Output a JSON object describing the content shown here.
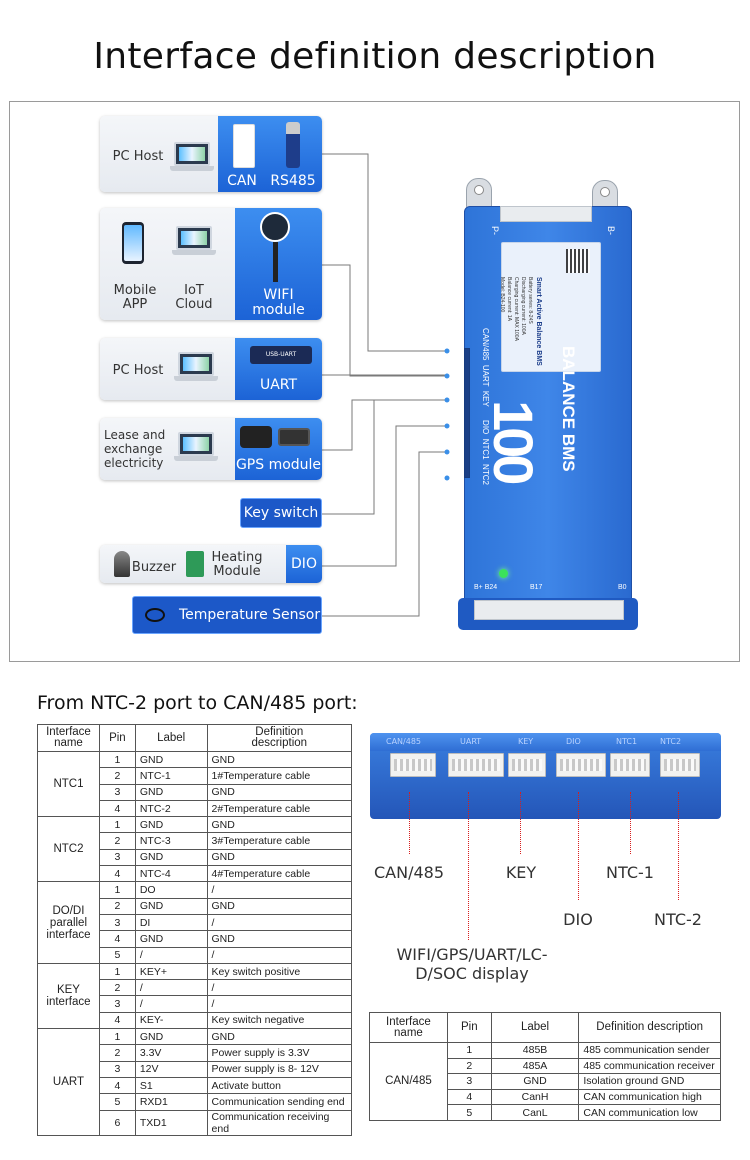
{
  "page_title": "Interface definition description",
  "diagram": {
    "pc_host_card": {
      "device_label": "PC Host",
      "ports": [
        "CAN",
        "RS485"
      ]
    },
    "wifi_card": {
      "devices": [
        "Mobile\nAPP",
        "IoT\nCloud"
      ],
      "module_label": "WIFI\nmodule"
    },
    "uart_card": {
      "device_label": "PC Host",
      "module_label": "UART",
      "dongle_text": "USB-UART"
    },
    "gps_card": {
      "device_label": "Lease and\nexchange\nelectricity",
      "module_label": "GPS module"
    },
    "key_switch": "Key switch",
    "dio_card": {
      "devices": [
        "Buzzer",
        "Heating\nModule"
      ],
      "module_label": "DIO"
    },
    "temperature": "Temperature Sensor",
    "bms": {
      "ports_text": "CAN/485  UART  KEY      DIO  NTC1  NTC2",
      "label_title": "Smart Active Balance BMS",
      "label_lines": [
        "Battery series: 8-24S",
        "Discharging current: 100A",
        "Charging current: MAX 100A",
        "Balance current: 1A",
        "Model: B24-100"
      ],
      "brand": "BALANCE BMS",
      "brand_number": "100",
      "terminal_pos": "B+ B24",
      "terminal_mid": "B17",
      "terminal_neg": "B0",
      "p_minus": "P-",
      "b_minus": "B-"
    }
  },
  "section2": {
    "subtitle": "From NTC-2 port to CAN/485 port:",
    "table1": {
      "headers": [
        "Interface\nname",
        "Pin",
        "Label",
        "Definition\ndescription"
      ],
      "groups": [
        {
          "name": "NTC1",
          "rows": [
            [
              "1",
              "GND",
              "GND"
            ],
            [
              "2",
              "NTC-1",
              "1#Temperature cable"
            ],
            [
              "3",
              "GND",
              "GND"
            ],
            [
              "4",
              "NTC-2",
              "2#Temperature cable"
            ]
          ]
        },
        {
          "name": "NTC2",
          "rows": [
            [
              "1",
              "GND",
              "GND"
            ],
            [
              "2",
              "NTC-3",
              "3#Temperature cable"
            ],
            [
              "3",
              "GND",
              "GND"
            ],
            [
              "4",
              "NTC-4",
              "4#Temperature cable"
            ]
          ]
        },
        {
          "name": "DO/DI\nparallel\ninterface",
          "rows": [
            [
              "1",
              "DO",
              "/"
            ],
            [
              "2",
              "GND",
              "GND"
            ],
            [
              "3",
              "DI",
              "/"
            ],
            [
              "4",
              "GND",
              "GND"
            ],
            [
              "5",
              "/",
              "/"
            ]
          ]
        },
        {
          "name": "KEY\ninterface",
          "rows": [
            [
              "1",
              "KEY+",
              "Key switch positive"
            ],
            [
              "2",
              "/",
              "/"
            ],
            [
              "3",
              "/",
              "/"
            ],
            [
              "4",
              "KEY-",
              "Key switch negative"
            ]
          ]
        },
        {
          "name": "UART",
          "rows": [
            [
              "1",
              "GND",
              "GND"
            ],
            [
              "2",
              "3.3V",
              "Power supply is 3.3V"
            ],
            [
              "3",
              "12V",
              "Power supply is 8- 12V"
            ],
            [
              "4",
              "S1",
              "Activate button"
            ],
            [
              "5",
              "RXD1",
              "Communication sending end"
            ],
            [
              "6",
              "TXD1",
              "Communication receiving end"
            ]
          ]
        }
      ]
    },
    "photo_labels": [
      "CAN/485",
      "UART",
      "KEY",
      "DIO",
      "NTC1",
      "NTC2"
    ],
    "port_labels": {
      "can485": "CAN/485",
      "key": "KEY",
      "ntc1": "NTC-1",
      "dio": "DIO",
      "ntc2": "NTC-2",
      "wifi": "WIFI/GPS/UART/LC-\nD/SOC display"
    },
    "table2": {
      "headers": [
        "Interface\nname",
        "Pin",
        "Label",
        "Definition description"
      ],
      "name": "CAN/485",
      "rows": [
        [
          "1",
          "485B",
          "485 communication sender"
        ],
        [
          "2",
          "485A",
          "485 communication receiver"
        ],
        [
          "3",
          "GND",
          "Isolation ground GND"
        ],
        [
          "4",
          "CanH",
          "CAN  communication high"
        ],
        [
          "5",
          "CanL",
          "CAN communication low"
        ]
      ]
    }
  }
}
